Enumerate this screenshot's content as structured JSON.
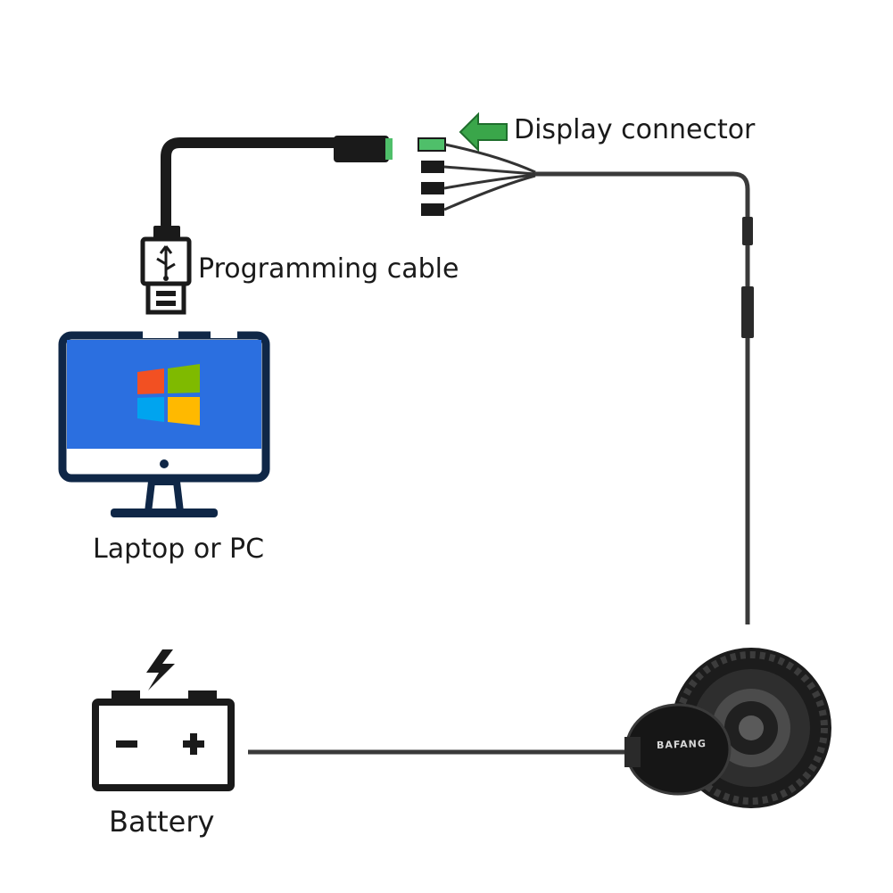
{
  "labels": {
    "display_connector": "Display connector",
    "programming_cable": "Programming cable",
    "laptop_or_pc": "Laptop or PC",
    "battery": "Battery"
  },
  "motor": {
    "brand": "BAFANG"
  },
  "icons": {
    "arrow": "left-arrow-icon",
    "usb": "usb-icon",
    "monitor": "monitor-icon",
    "windows_logo": "windows-logo-icon",
    "battery": "battery-icon",
    "lightning": "lightning-icon",
    "motor": "mid-drive-motor-icon"
  },
  "colors": {
    "arrow": "#3aa64a",
    "connector_green": "#4fbf6a",
    "monitor_frame": "#0f2747",
    "monitor_screen": "#2b6fe0",
    "win_red": "#f25022",
    "win_green": "#7fba00",
    "win_blue": "#00a4ef",
    "win_yellow": "#ffb900"
  }
}
